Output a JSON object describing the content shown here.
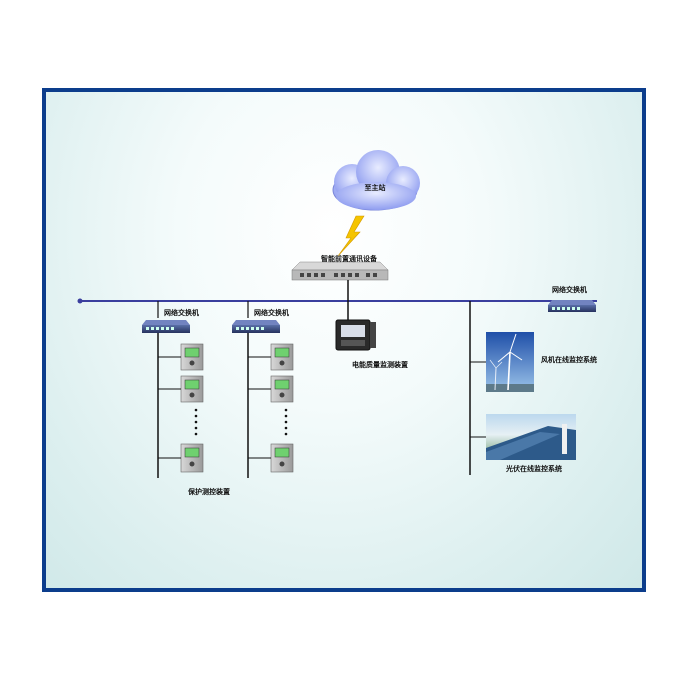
{
  "cloud_label": "至主站",
  "gateway_label": "智能前置通讯设备",
  "switch_labels": [
    "网络交换机",
    "网络交换机",
    "网络交换机"
  ],
  "power_quality_label": "电能质量监测装置",
  "protection_label": "保护测控装置",
  "wind_label": "风机在线监控系统",
  "solar_label": "光伏在线监控系统"
}
